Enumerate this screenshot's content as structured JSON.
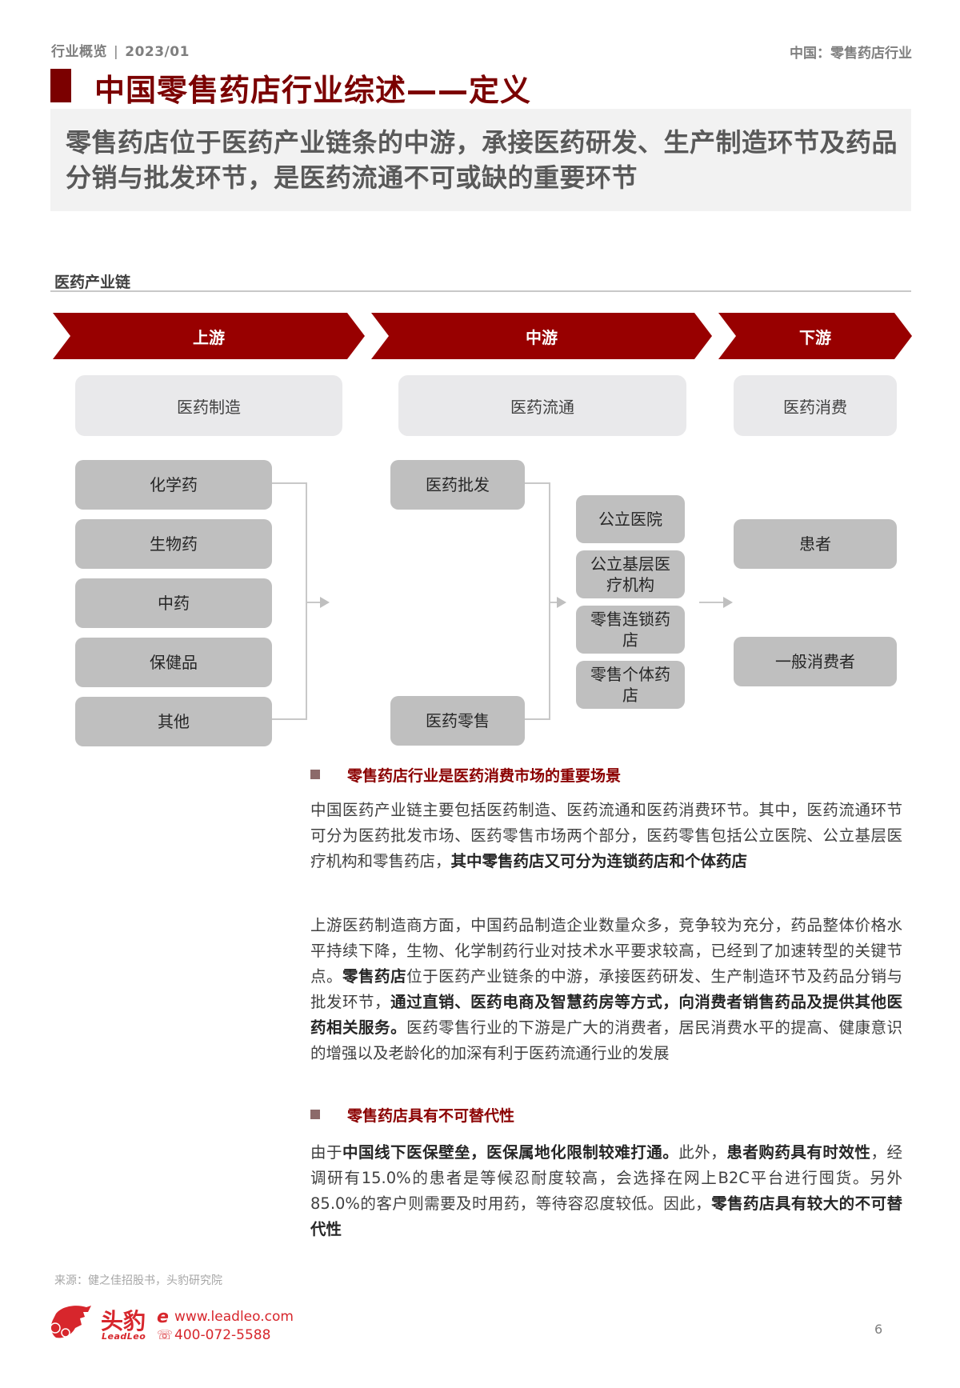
{
  "header": {
    "category": "行业概览",
    "separator": "|",
    "date": "2023/01",
    "report_name": "中国：零售药店行业"
  },
  "title": "中国零售药店行业综述——定义",
  "summary": "零售药店位于医药产业链条的中游，承接医药研发、生产制造环节及药品分销与批发环节，是医药流通不可或缺的重要环节",
  "chain": {
    "section_label": "医药产业链",
    "stages": [
      {
        "label": "上游",
        "category": "医药制造"
      },
      {
        "label": "中游",
        "category": "医药流通"
      },
      {
        "label": "下游",
        "category": "医药消费"
      }
    ],
    "upstream_items": [
      "化学药",
      "生物药",
      "中药",
      "保健品",
      "其他"
    ],
    "midstream_channels": [
      "医药批发",
      "医药零售"
    ],
    "midstream_terminals": [
      "公立医院",
      "公立基层医疗机构",
      "零售连锁药店",
      "零售个体药店"
    ],
    "downstream_items": [
      "患者",
      "一般消费者"
    ],
    "colors": {
      "chevron": "#980000",
      "category_box": "#e9e9eb",
      "node_box": "#bfbfbf",
      "connector": "#c8c8c8"
    }
  },
  "sections": [
    {
      "title": "零售药店行业是医药消费市场的重要场景",
      "paragraphs": [
        [
          {
            "t": "中国医药产业链主要包括医药制造、医药流通和医药消费环节。其中，医药流通环节可分为医药批发市场、医药零售市场两个部分，医药零售包括公立医院、公立基层医疗机构和零售药店，",
            "b": false
          },
          {
            "t": "其中零售药店又可分为连锁药店和个体药店",
            "b": true
          }
        ],
        [
          {
            "t": "上游医药制造商方面，中国药品制造企业数量众多，竞争较为充分，药品整体价格水平持续下降，生物、化学制药行业对技术水平要求较高，已经到了加速转型的关键节点。",
            "b": false
          },
          {
            "t": "零售药店",
            "b": true
          },
          {
            "t": "位于医药产业链条的中游，承接医药研发、生产制造环节及药品分销与批发环节，",
            "b": false
          },
          {
            "t": "通过直销、医药电商及智慧药房等方式，向消费者销售药品及提供其他医药相关服务。",
            "b": true
          },
          {
            "t": "医药零售行业的下游是广大的消费者，居民消费水平的提高、健康意识的增强以及老龄化的加深有利于医药流通行业的发展",
            "b": false
          }
        ]
      ]
    },
    {
      "title": "零售药店具有不可替代性",
      "paragraphs": [
        [
          {
            "t": "由于",
            "b": false
          },
          {
            "t": "中国线下医保壁垒，医保属地化限制较难打通。",
            "b": true
          },
          {
            "t": "此外，",
            "b": false
          },
          {
            "t": "患者购药具有时效性",
            "b": true
          },
          {
            "t": "，经调研有15.0%的患者是等候忍耐度较高，会选择在网上B2C平台进行囤货。另外85.0%的客户则需要及时用药，等待容忍度较低。因此，",
            "b": false
          },
          {
            "t": "零售药店具有较大的不可替代性",
            "b": true
          }
        ]
      ]
    }
  ],
  "footer": {
    "source": "来源：健之佳招股书，头豹研究院",
    "brand_cn": "头豹",
    "brand_en": "LeadLeo",
    "website": "www.leadleo.com",
    "phone": "400-072-5588",
    "page_number": "6",
    "brand_color": "#d7262c"
  }
}
